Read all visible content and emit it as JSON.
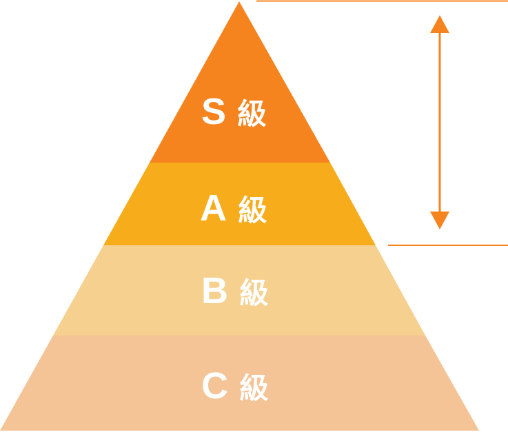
{
  "tiers": [
    {
      "letter": "S",
      "suffix": "級",
      "color": "#F5841F"
    },
    {
      "letter": "A",
      "suffix": "級",
      "color": "#F7AC1C"
    },
    {
      "letter": "B",
      "suffix": "級",
      "color": "#F5D08E"
    },
    {
      "letter": "C",
      "suffix": "級",
      "color": "#F4C396"
    }
  ],
  "accent_color": "#F5841F",
  "icons": {
    "range_indicator": "double-headed-vertical-arrow"
  }
}
